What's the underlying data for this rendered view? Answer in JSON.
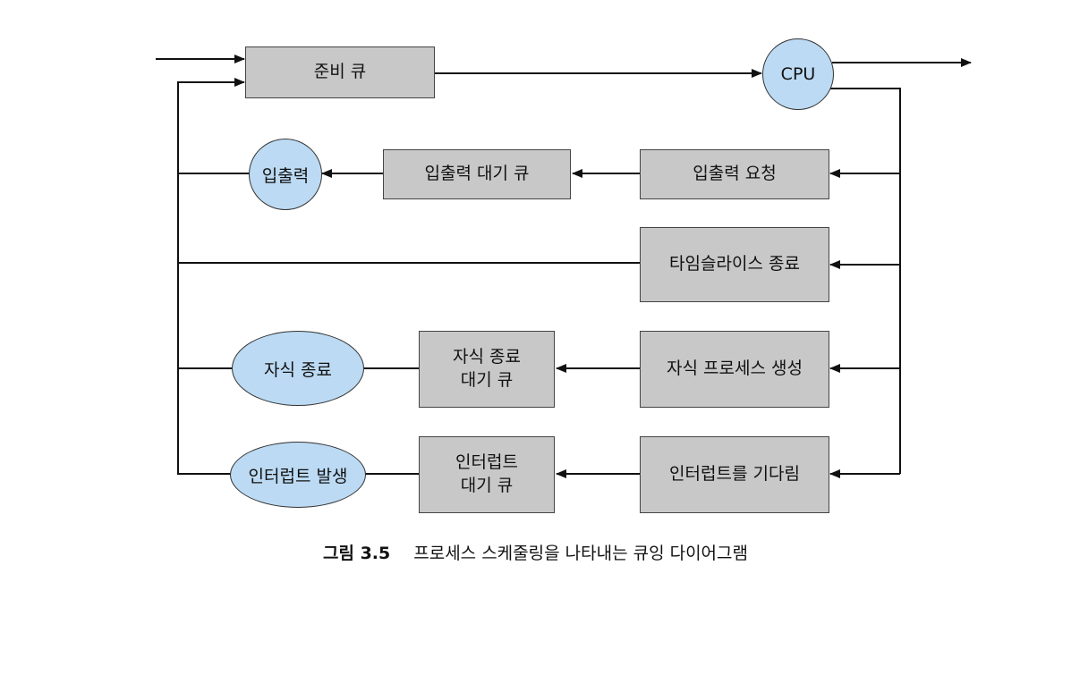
{
  "nodes": {
    "ready_queue": "준비 큐",
    "cpu": "CPU",
    "io": "입출력",
    "io_wait_queue": "입출력 대기 큐",
    "io_request": "입출력 요청",
    "time_slice": "타임슬라이스 종료",
    "child_end": "자식 종료",
    "child_wait_queue": "자식 종료\n대기 큐",
    "fork_child": "자식 프로세스 생성",
    "interrupt": "인터럽트 발생",
    "interrupt_wait_queue": "인터럽트\n대기 큐",
    "wait_interrupt": "인터럽트를 기다림"
  },
  "caption": {
    "number": "그림 3.5",
    "text": "프로세스 스케줄링을 나타내는 큐잉 다이어그램"
  },
  "colors": {
    "box_fill": "#c8c8c8",
    "oval_fill": "#bcdaf3",
    "line": "#111111"
  }
}
